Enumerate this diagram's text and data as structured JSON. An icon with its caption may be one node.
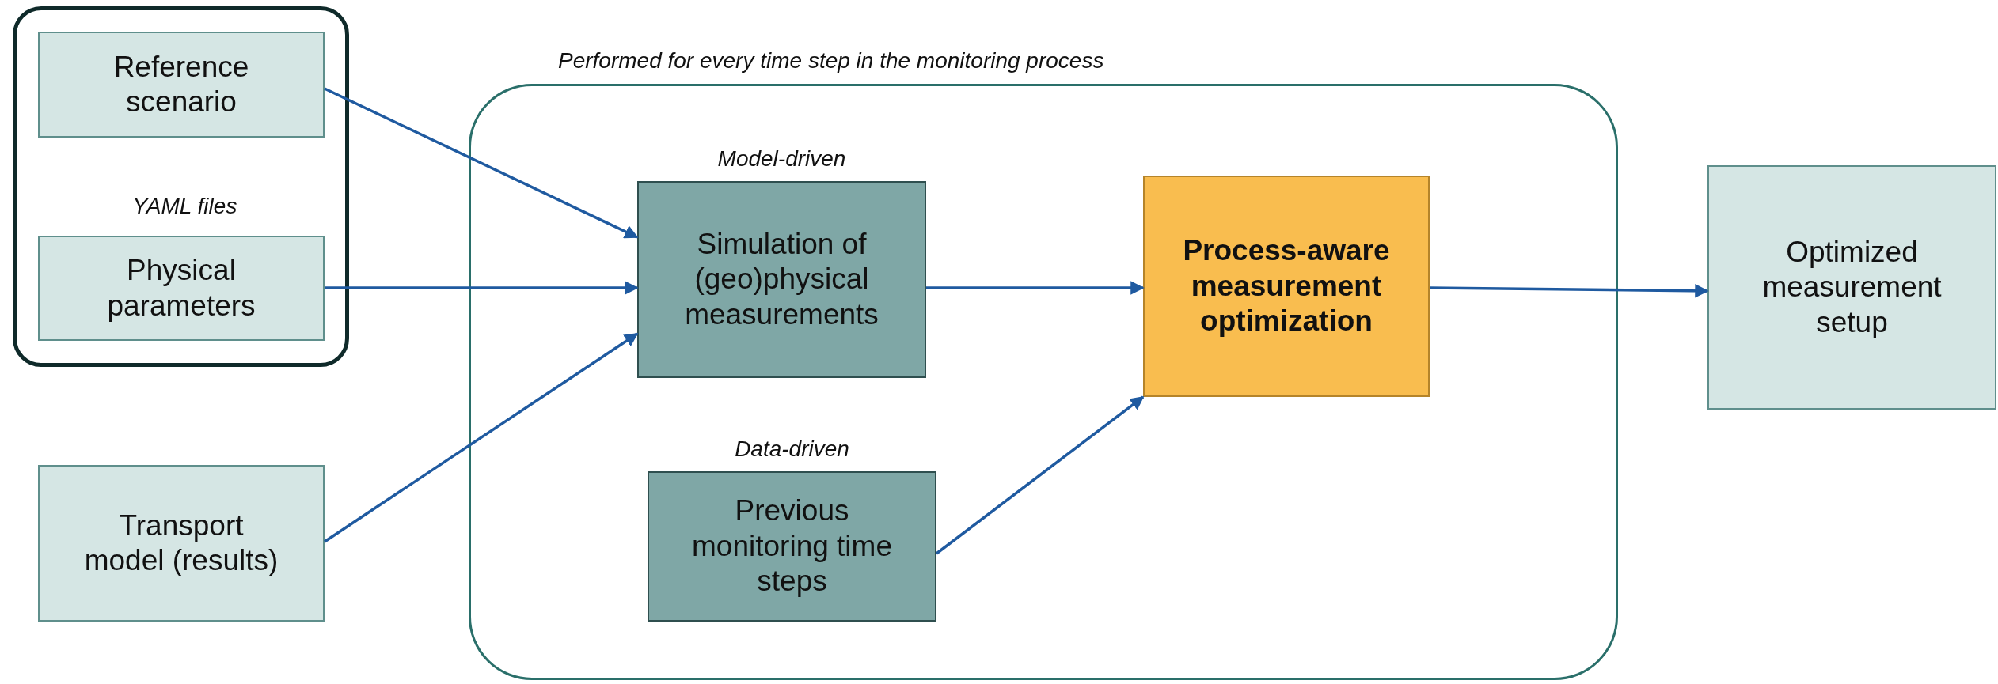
{
  "diagram": {
    "nodes": [
      {
        "text": [
          "YAML files"
        ]
      },
      {
        "text": [
          "Reference scenario"
        ],
        "in": 0
      },
      {
        "text": [
          "Physical parameters"
        ],
        "in": 0
      },
      {
        "text": [
          "Transport model (results)"
        ]
      },
      {
        "text": [
          "Performed for every time step in the monitoring process"
        ]
      },
      {
        "text": [
          "Simulation of (geo)physical measurements"
        ],
        "in": 4,
        "beside": [
          "Model-driven"
        ]
      },
      {
        "text": [
          "Previous monitoring time steps"
        ],
        "in": 4,
        "beside": [
          "Data-driven"
        ]
      },
      {
        "text": [
          "Process-aware measurement optimization"
        ],
        "in": 4
      },
      {
        "text": [
          "Optimized measurement setup"
        ]
      }
    ],
    "edges": [
      {
        "from": 1,
        "to": 5,
        "arrow": "to"
      },
      {
        "from": 2,
        "to": 5,
        "arrow": "to"
      },
      {
        "from": 3,
        "to": 5,
        "arrow": "to"
      },
      {
        "from": 5,
        "to": 7,
        "arrow": "to"
      },
      {
        "from": 6,
        "to": 7,
        "arrow": "to"
      },
      {
        "from": 7,
        "to": 8,
        "arrow": "to"
      }
    ]
  }
}
